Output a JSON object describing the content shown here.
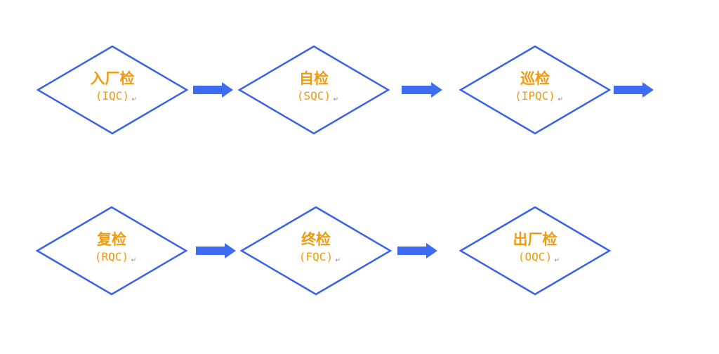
{
  "colors": {
    "diamond_stroke": "#3A63E8",
    "arrow_fill": "#3D6CF0",
    "text": "#F09A0F",
    "paragraph_mark": "#8A8A8A"
  },
  "paragraph_mark": "↵",
  "nodes": [
    {
      "id": "iqc",
      "title": "入厂检",
      "code": "(IQC)"
    },
    {
      "id": "sqc",
      "title": "自检",
      "code": "(SQC)"
    },
    {
      "id": "ipqc",
      "title": "巡检",
      "code": "(IPQC)"
    },
    {
      "id": "rqc",
      "title": "复检",
      "code": "(RQC)"
    },
    {
      "id": "fqc",
      "title": "终检",
      "code": "(FQC)"
    },
    {
      "id": "oqc",
      "title": "出厂检",
      "code": "(OQC)"
    }
  ],
  "edges": [
    {
      "from": "iqc",
      "to": "sqc"
    },
    {
      "from": "sqc",
      "to": "ipqc"
    },
    {
      "from": "ipqc",
      "to": ""
    },
    {
      "from": "rqc",
      "to": "fqc"
    },
    {
      "from": "fqc",
      "to": "oqc"
    }
  ]
}
